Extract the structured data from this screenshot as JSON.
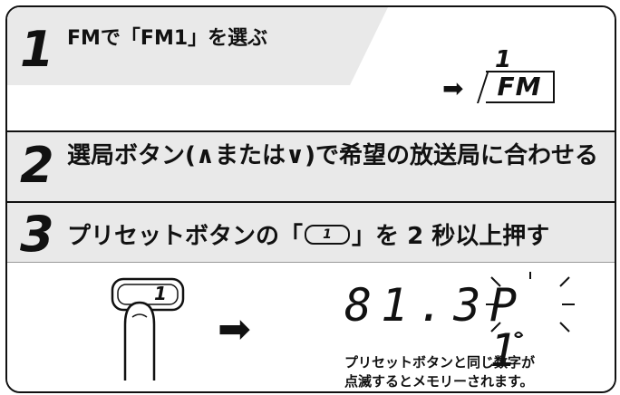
{
  "steps": [
    {
      "number": "1",
      "title": "FMで「FM1」を選ぶ"
    },
    {
      "number": "2",
      "title": "選局ボタン(∧または∨)で希望の放送局に合わせる"
    },
    {
      "number": "3",
      "title_prefix": "プリセットボタンの「",
      "title_button": "1",
      "title_suffix": "」を 2 秒以上押す"
    }
  ],
  "fm_indicator": {
    "top": "1",
    "label": "FM"
  },
  "arrow": "➡",
  "preset_button_label": "1",
  "display": {
    "frequency": "81.3",
    "preset": "P 1"
  },
  "note": [
    "プリセットボタンと同じ数字が",
    "点滅するとメモリーされます。"
  ]
}
